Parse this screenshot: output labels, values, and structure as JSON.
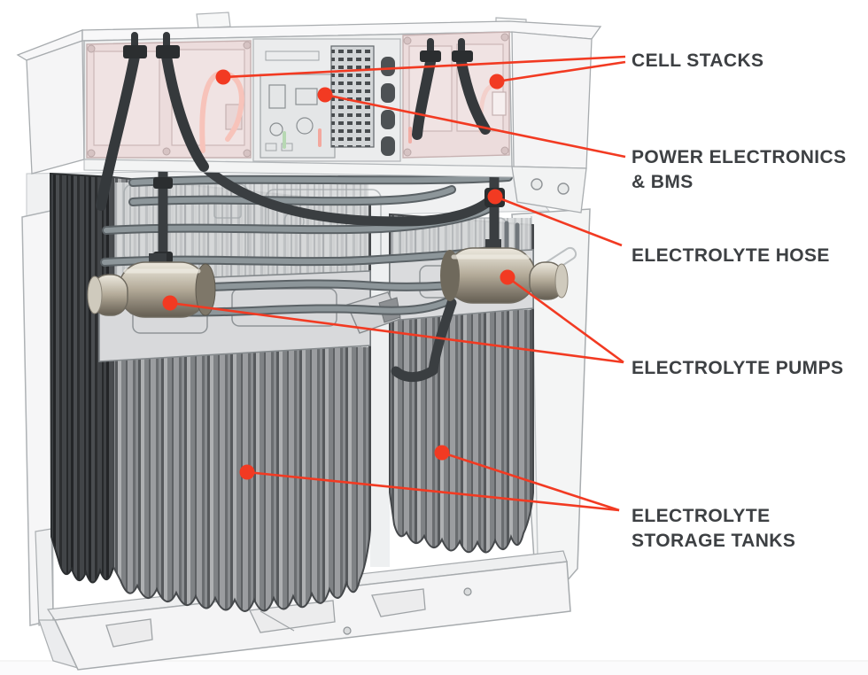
{
  "diagram": {
    "accent_color": "#f23a22",
    "label_color": "#3d4043",
    "callouts": [
      {
        "id": "cell-stacks",
        "lines": [
          "CELL STACKS"
        ]
      },
      {
        "id": "power-electronics-bms",
        "lines": [
          "POWER ELECTRONICS",
          "& BMS"
        ]
      },
      {
        "id": "electrolyte-hose",
        "lines": [
          "ELECTROLYTE HOSE"
        ]
      },
      {
        "id": "electrolyte-pumps",
        "lines": [
          "ELECTROLYTE PUMPS"
        ]
      },
      {
        "id": "electrolyte-storage-tanks",
        "lines": [
          "ELECTROLYTE",
          "STORAGE TANKS"
        ]
      }
    ]
  }
}
